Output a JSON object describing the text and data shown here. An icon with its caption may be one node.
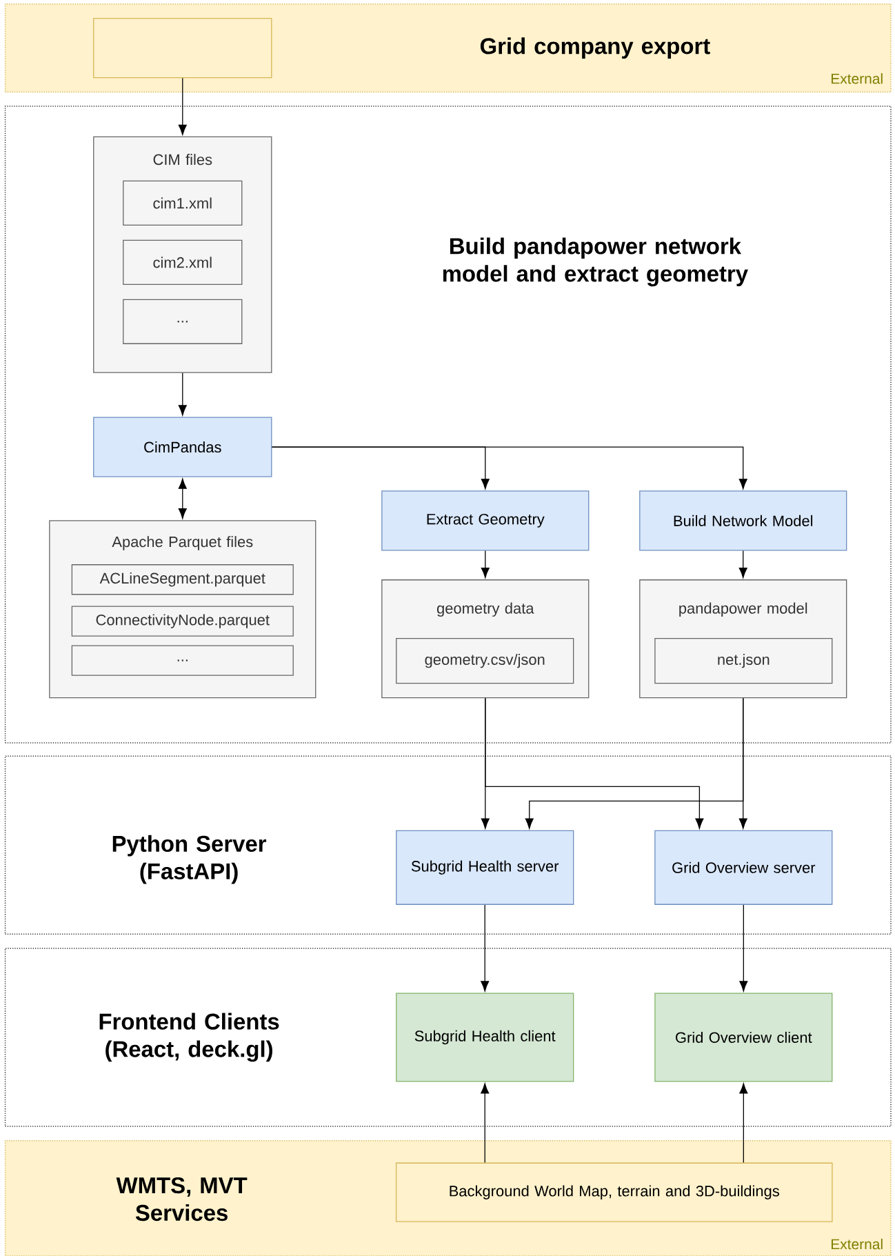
{
  "diagram": {
    "nodes": [
      {
        "text": [
          "Grid company export",
          "External"
        ]
      },
      {
        "text": [],
        "shape": "box",
        "in": 0
      },
      {
        "text": [
          "Build pandapower network model and extract geometry"
        ]
      },
      {
        "text": [
          "CIM files"
        ],
        "in": 2
      },
      {
        "text": [
          "cim1.xml"
        ],
        "in": 3
      },
      {
        "text": [
          "cim2.xml"
        ],
        "in": 3
      },
      {
        "text": [
          "..."
        ],
        "in": 3
      },
      {
        "text": [
          "CimPandas"
        ],
        "in": 2
      },
      {
        "text": [
          "Apache Parquet files"
        ],
        "in": 2
      },
      {
        "text": [
          "ACLineSegment.parquet"
        ],
        "in": 8
      },
      {
        "text": [
          "ConnectivityNode.parquet"
        ],
        "in": 8
      },
      {
        "text": [
          "..."
        ],
        "in": 8
      },
      {
        "text": [
          "Extract Geometry"
        ],
        "in": 2
      },
      {
        "text": [
          "Build Network Model"
        ],
        "in": 2
      },
      {
        "text": [
          "geometry data"
        ],
        "in": 2
      },
      {
        "text": [
          "geometry.csv/json"
        ],
        "in": 14
      },
      {
        "text": [
          "pandapower model"
        ],
        "in": 2
      },
      {
        "text": [
          "net.json"
        ],
        "in": 16
      },
      {
        "text": [
          "Python Server (FastAPI)"
        ]
      },
      {
        "text": [
          "Subgrid Health server"
        ],
        "in": 18
      },
      {
        "text": [
          "Grid Overview server"
        ],
        "in": 18
      },
      {
        "text": [
          "Frontend Clients (React, deck.gl)"
        ]
      },
      {
        "text": [
          "Subgrid Health client"
        ],
        "in": 21
      },
      {
        "text": [
          "Grid Overview client"
        ],
        "in": 21
      },
      {
        "text": [
          "WMTS, MVT Services",
          "External"
        ]
      },
      {
        "text": [
          "Background World Map, terrain and 3D-buildings"
        ],
        "in": 24
      }
    ],
    "edges": [
      {
        "from": 1,
        "to": 3,
        "arrow": "to"
      },
      {
        "from": 3,
        "to": 7,
        "arrow": "to"
      },
      {
        "from": 7,
        "to": 8,
        "arrow": "both"
      },
      {
        "from": 7,
        "to": 12,
        "arrow": "to"
      },
      {
        "from": 7,
        "to": 13,
        "arrow": "to"
      },
      {
        "from": 12,
        "to": 14,
        "arrow": "to"
      },
      {
        "from": 13,
        "to": 16,
        "arrow": "to"
      },
      {
        "from": 14,
        "to": 19,
        "arrow": "to"
      },
      {
        "from": 14,
        "to": 20,
        "arrow": "to"
      },
      {
        "from": 16,
        "to": 19,
        "arrow": "to"
      },
      {
        "from": 16,
        "to": 20,
        "arrow": "to"
      },
      {
        "from": 19,
        "to": 22,
        "arrow": "to"
      },
      {
        "from": 20,
        "to": 23,
        "arrow": "to"
      },
      {
        "from": 25,
        "to": 22,
        "arrow": "to"
      },
      {
        "from": 25,
        "to": 23,
        "arrow": "to"
      }
    ]
  }
}
